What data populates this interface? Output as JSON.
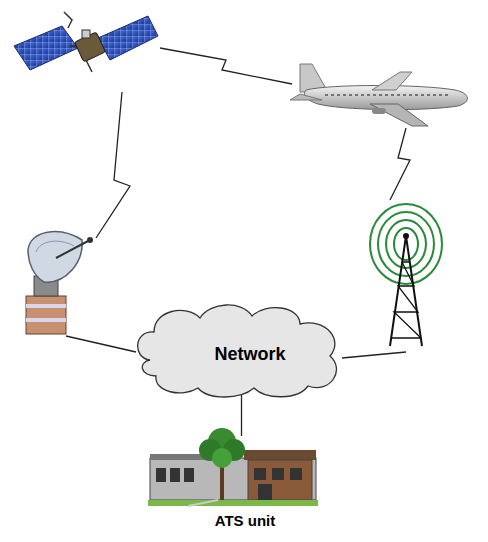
{
  "diagram": {
    "nodes": [
      {
        "text": [
          "Network"
        ]
      },
      {
        "text": [
          "ATS unit"
        ]
      }
    ],
    "edges": [
      {
        "from": 0,
        "to": 1,
        "arrow": "none"
      }
    ]
  }
}
